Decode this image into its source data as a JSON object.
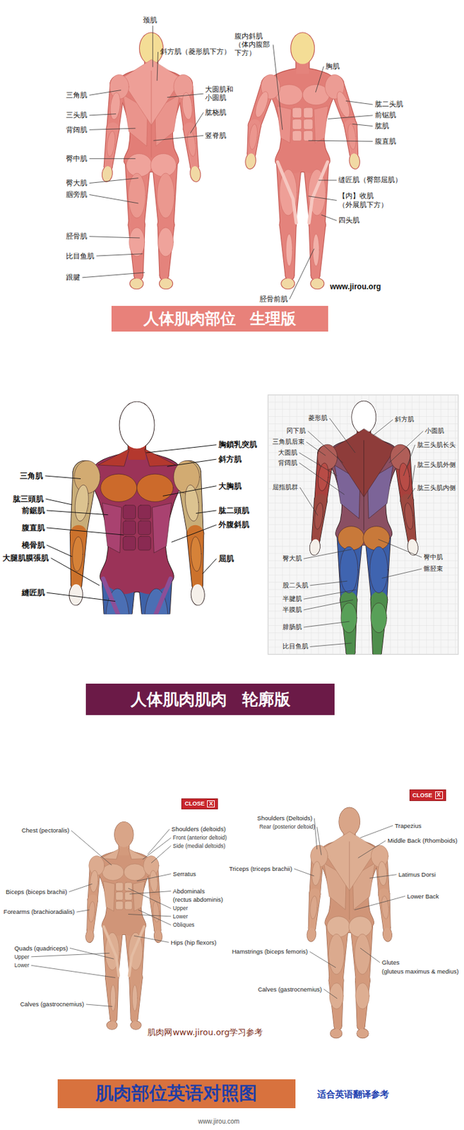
{
  "diagram": {
    "nodes": [
      {
        "text": [
          "人体肌肉部位 生理版"
        ]
      },
      {
        "text": [
          "人体肌肉肌肉 轮廓版"
        ]
      },
      {
        "text": [
          "CLOSE",
          "X"
        ]
      },
      {
        "text": [
          "CLOSE",
          "X"
        ]
      },
      {
        "text": [
          "肌肉部位英语对照图"
        ]
      }
    ],
    "labels": [
      "颈肌",
      "斜方肌（菱形肌下方）",
      "三角肌",
      "三头肌",
      "背阔肌",
      "臀中肌",
      "臀大肌",
      "腘旁肌",
      "胫骨肌",
      "比目鱼肌",
      "跟腱",
      "大圆肌和 小圆肌",
      "肱桡肌",
      "竖脊肌",
      "腹内斜肌 （体内腹部 下方）",
      "胸肌",
      "肱二头肌",
      "前锯肌",
      "肱肌",
      "腹直肌",
      "缝匠肌（臀部屈肌）",
      "【内】收肌 （外展肌下方）",
      "四头肌",
      "胫骨前肌",
      "www.jirou.org",
      "三角肌",
      "肱三頭肌",
      "前鋸肌",
      "腹直肌",
      "橈骨肌",
      "大腿肌膜張肌",
      "縫匠肌",
      "胸鎖乳突肌",
      "斜方肌",
      "大胸肌",
      "肱二頭肌",
      "外腹斜肌",
      "屈肌",
      "菱形肌",
      "斜方肌",
      "小圆肌",
      "冈下肌",
      "三角肌后束",
      "肱三头肌长头",
      "大圆肌",
      "背阔肌",
      "肱三头肌外侧",
      "屈指肌群",
      "肱三头肌内侧",
      "臀大肌",
      "臀中肌",
      "髂胫束",
      "股二头肌",
      "半腱肌",
      "半膜肌",
      "腓肠肌",
      "比目鱼肌",
      "Chest (pectoralis)",
      "Shoulders (deltoids)",
      "Front (anterior deltoid)",
      "Side (medial deltoids)",
      "Serratus",
      "Biceps (biceps brachii)",
      "Abdominals",
      "(rectus abdominis)",
      "Upper",
      "Lower",
      "Obliques",
      "Forearms (brachioradialis)",
      "Hips (hip flexors)",
      "Quads (quadriceps)",
      "Upper",
      "Lower",
      "Calves (gastrocnemius)",
      "Shoulders (Deltoids)",
      "Rear (posterior deltoid)",
      "Trapezius",
      "Middle Back (Rhomboids)",
      "Triceps (triceps brachii)",
      "Latimus Dorsi",
      "Lower Back",
      "Hamstrings (biceps femoris)",
      "Glutes",
      "(gluteus maximus & medius)",
      "Calves (gastrocnemius)",
      "肌肉网www.jirou.org学习参考",
      "适合英语翻译参考",
      "www.jirou.com"
    ]
  }
}
